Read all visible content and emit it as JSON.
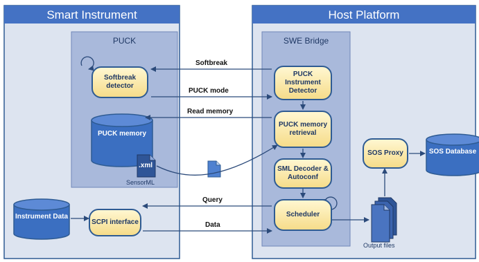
{
  "smart_instrument": {
    "title": "Smart Instrument",
    "puck": {
      "title": "PUCK",
      "softbreak_detector": "Softbreak detector",
      "puck_memory": "PUCK memory",
      "file_ext": ".xml",
      "file_label": "SensorML"
    },
    "instrument_data": "Instrument Data",
    "scpi_interface": "SCPI interface"
  },
  "host_platform": {
    "title": "Host Platform",
    "swe_bridge": {
      "title": "SWE Bridge",
      "instrument_detector": "PUCK Instrument Detector",
      "memory_retrieval": "PUCK memory retrieval",
      "decoder": "SML Decoder & Autoconf",
      "scheduler": "Scheduler"
    },
    "sos_proxy": "SOS Proxy",
    "sos_database": "SOS Database",
    "output_files": "Output files"
  },
  "arrows": {
    "softbreak": "Softbreak",
    "puck_mode": "PUCK mode",
    "read_memory": "Read memory",
    "query": "Query",
    "data": "Data"
  },
  "colors": {
    "panel_fill": "#dde4f0",
    "panel_border": "#2e5b93",
    "title_bar": "#4472c4",
    "inner_fill": "#a9b9db",
    "pill_fill": "#f6dc8a",
    "cylinder": "#3b6fc1",
    "arrow": "#2b4a7a"
  }
}
